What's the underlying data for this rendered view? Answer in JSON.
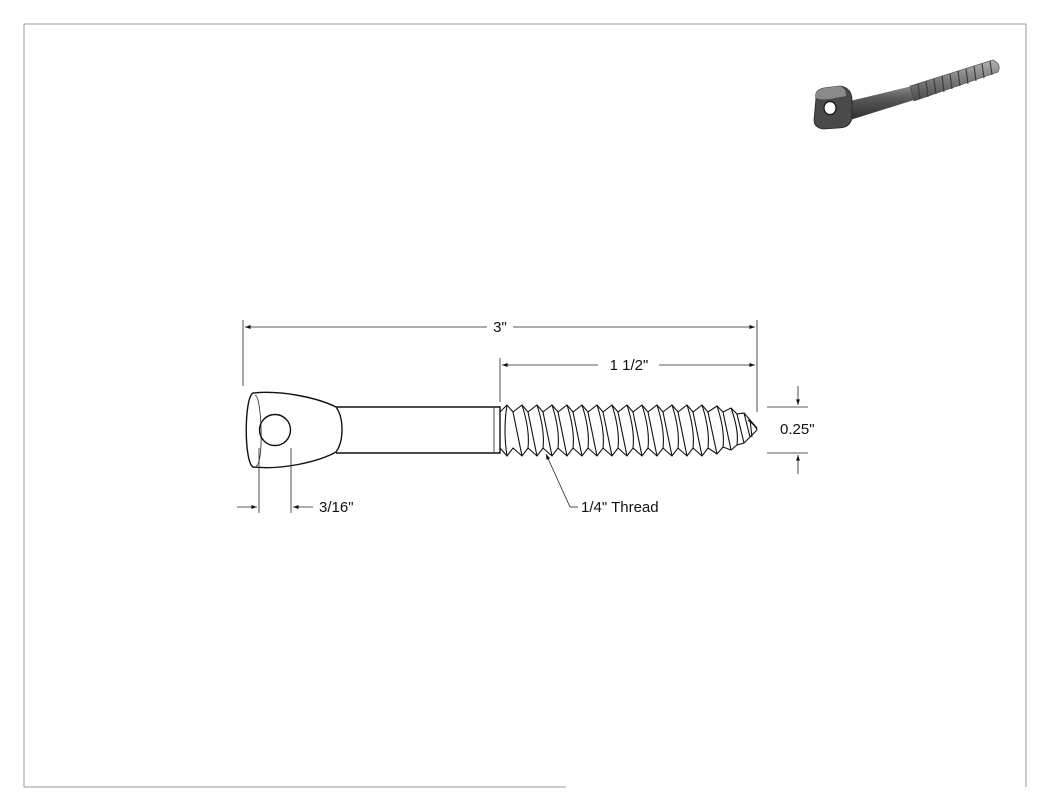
{
  "drawing": {
    "title": "Eye Lag Screw",
    "dimensions": {
      "overall_length": "3\"",
      "thread_length": "1 1/2\"",
      "thread_diameter": "0.25\"",
      "eye_hole": "3/16\"",
      "thread_callout": "1/4\" Thread"
    },
    "colors": {
      "line": "#111111",
      "iso_dark": "#3a3a3a",
      "iso_mid": "#6e6e6e",
      "iso_light": "#9a9a9a"
    }
  }
}
